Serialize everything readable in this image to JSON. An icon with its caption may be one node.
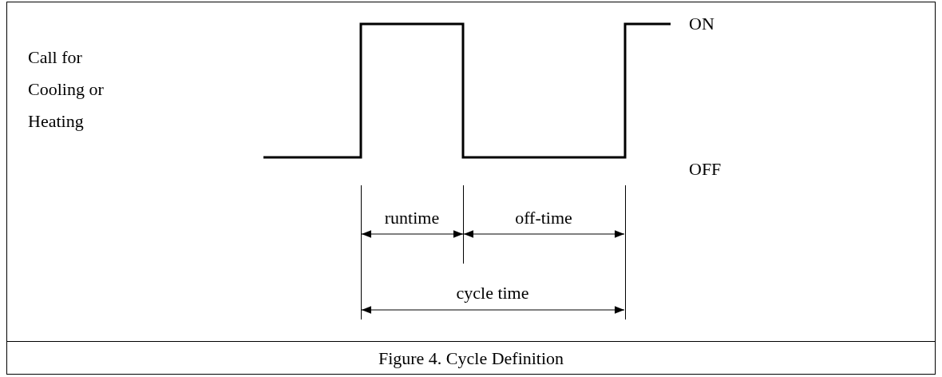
{
  "diagram": {
    "caption": "Figure 4. Cycle Definition",
    "labels": [
      "Call for Cooling or Heating",
      "ON",
      "OFF",
      "runtime",
      "off-time",
      "cycle time"
    ]
  }
}
